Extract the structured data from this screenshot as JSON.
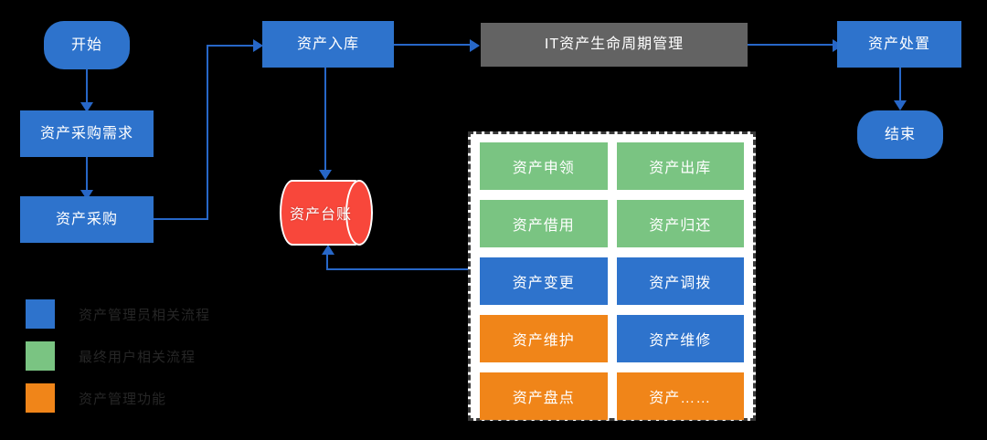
{
  "diagram": {
    "title": "IT资产生命周期管理",
    "colors": {
      "admin_blue": "#2E73CC",
      "enduser_green": "#7AC482",
      "function_orange": "#F08519",
      "header_gray": "#636363",
      "ledger_red": "#F8473B",
      "connector_blue": "#2767C8",
      "group_border": "#3a3a3a",
      "background": "#000000"
    }
  },
  "flow": {
    "start": "开始",
    "procurement_request": "资产采购需求",
    "procurement": "资产采购",
    "inbound": "资产入库",
    "lifecycle": "IT资产生命周期管理",
    "disposal": "资产处置",
    "end": "结束",
    "ledger": "资产台账"
  },
  "functions": [
    {
      "label": "资产申领",
      "category": "enduser",
      "color": "#7AC482"
    },
    {
      "label": "资产出库",
      "category": "enduser",
      "color": "#7AC482"
    },
    {
      "label": "资产借用",
      "category": "enduser",
      "color": "#7AC482"
    },
    {
      "label": "资产归还",
      "category": "enduser",
      "color": "#7AC482"
    },
    {
      "label": "资产变更",
      "category": "admin",
      "color": "#2E73CC"
    },
    {
      "label": "资产调拨",
      "category": "admin",
      "color": "#2E73CC"
    },
    {
      "label": "资产维护",
      "category": "function",
      "color": "#F08519"
    },
    {
      "label": "资产维修",
      "category": "admin",
      "color": "#2E73CC"
    },
    {
      "label": "资产盘点",
      "category": "function",
      "color": "#F08519"
    },
    {
      "label": "资产……",
      "category": "function",
      "color": "#F08519"
    }
  ],
  "legend": [
    {
      "label": "资产管理员相关流程",
      "color": "#2E73CC"
    },
    {
      "label": "最终用户相关流程",
      "color": "#7AC482"
    },
    {
      "label": "资产管理功能",
      "color": "#F08519"
    }
  ]
}
